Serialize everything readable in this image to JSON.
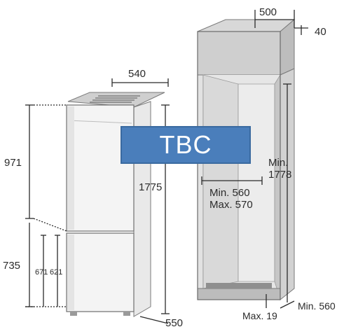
{
  "fridge": {
    "width_label": "540",
    "upper_height_label": "971",
    "total_height_label": "1775",
    "lower_height_label": "735",
    "door_dim_1_label": "671",
    "door_dim_2_label": "621",
    "depth_label": "550"
  },
  "cabinet": {
    "depth_label": "500",
    "top_gap_label": "40",
    "inner_width_min_label": "Min. 560",
    "inner_width_max_label": "Max. 570",
    "height_label_line1": "Min.",
    "height_label_line2": "1778",
    "plinth_label": "Max. 19",
    "width_min_label": "Min. 560"
  },
  "overlay": {
    "text": "TBC",
    "color": "#4a7ebb"
  }
}
